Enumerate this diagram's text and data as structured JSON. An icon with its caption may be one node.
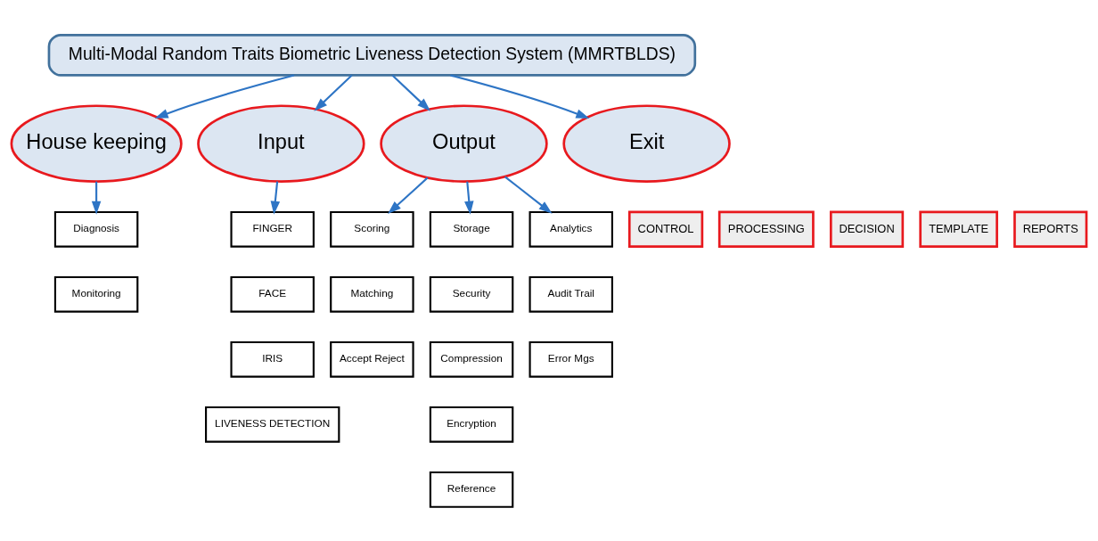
{
  "diagram": {
    "nodes": [
      {
        "text": [
          "Multi-Modal Random Traits Biometric Liveness Detection System (MMRTBLDS)"
        ]
      },
      {
        "text": [
          "House keeping"
        ]
      },
      {
        "text": [
          "Input"
        ]
      },
      {
        "text": [
          "Output"
        ]
      },
      {
        "text": [
          "Exit"
        ]
      },
      {
        "text": [
          "CONTROL"
        ]
      },
      {
        "text": [
          "Diagnosis"
        ]
      },
      {
        "text": [
          "Monitoring"
        ]
      },
      {
        "text": [
          "PROCESSING"
        ]
      },
      {
        "text": [
          "FINGER"
        ]
      },
      {
        "text": [
          "FACE"
        ]
      },
      {
        "text": [
          "IRIS"
        ]
      },
      {
        "text": [
          "LIVENESS DETECTION"
        ]
      },
      {
        "text": [
          "DECISION"
        ]
      },
      {
        "text": [
          "Scoring"
        ]
      },
      {
        "text": [
          "Matching"
        ]
      },
      {
        "text": [
          "Accept Reject"
        ]
      },
      {
        "text": [
          "TEMPLATE"
        ]
      },
      {
        "text": [
          "Storage"
        ]
      },
      {
        "text": [
          "Security"
        ]
      },
      {
        "text": [
          "Compression"
        ]
      },
      {
        "text": [
          "Encryption"
        ]
      },
      {
        "text": [
          "Reference"
        ]
      },
      {
        "text": [
          "Analytics"
        ]
      },
      {
        "text": [
          "Audit Trail"
        ]
      },
      {
        "text": [
          "Error Mgs"
        ]
      },
      {
        "text": [
          "REPORTS"
        ]
      }
    ],
    "edges": [
      {
        "from": 0,
        "to": 1,
        "arrow": "to"
      },
      {
        "from": 0,
        "to": 2,
        "arrow": "to"
      },
      {
        "from": 0,
        "to": 3,
        "arrow": "to"
      },
      {
        "from": 0,
        "to": 4,
        "arrow": "to"
      },
      {
        "from": 1,
        "to": 6,
        "arrow": "to"
      },
      {
        "from": 2,
        "to": 9,
        "arrow": "to"
      },
      {
        "from": 3,
        "to": 14,
        "arrow": "to"
      },
      {
        "from": 3,
        "to": 18,
        "arrow": "to"
      },
      {
        "from": 3,
        "to": 23,
        "arrow": "to"
      }
    ]
  }
}
